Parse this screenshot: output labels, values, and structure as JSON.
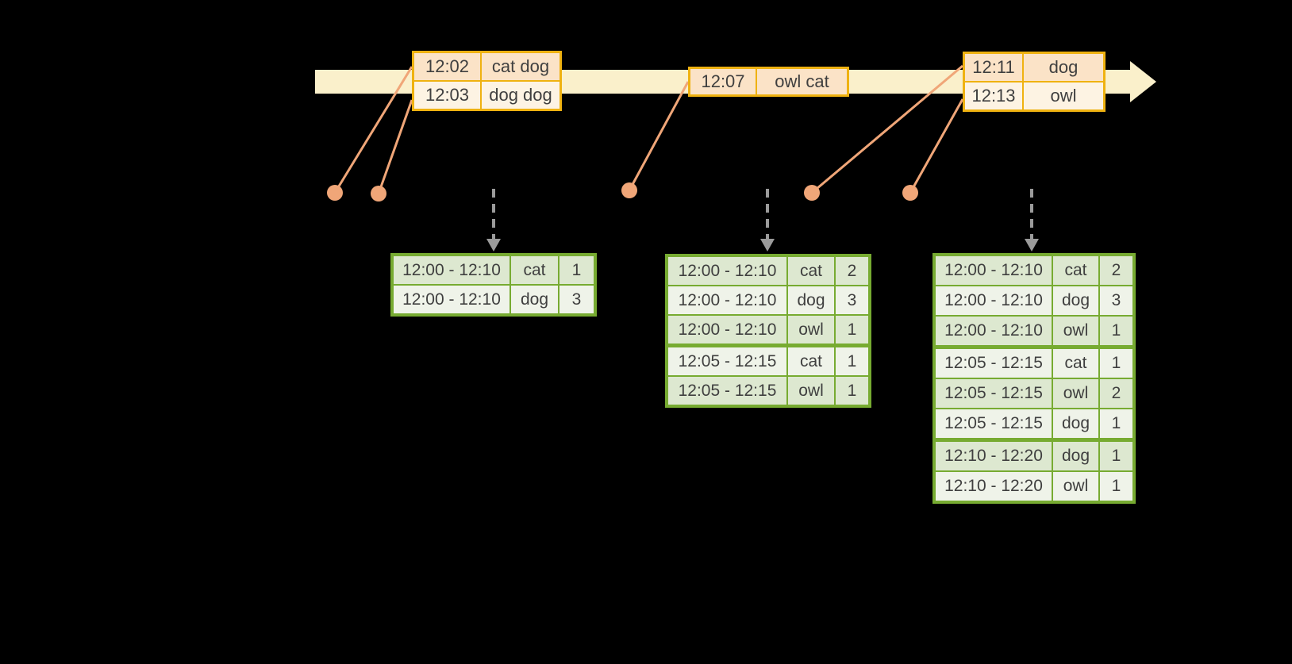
{
  "colors": {
    "background": "#000000",
    "timeline_band": "#faf0cb",
    "event_table_border": "#efb211",
    "event_row_peach": "#fbe3c7",
    "event_row_cream": "#fdf3e3",
    "connector": "#f0a678",
    "trigger_arrow": "#9b9b9b",
    "result_table_border": "#77ab31",
    "result_row_dark": "#dde8d0",
    "result_row_light": "#eff3e9",
    "text": "#3f3f3f"
  },
  "events": {
    "batches": [
      {
        "rows": [
          {
            "time": "12:02",
            "words": "cat dog"
          },
          {
            "time": "12:03",
            "words": "dog dog"
          }
        ]
      },
      {
        "rows": [
          {
            "time": "12:07",
            "words": "owl cat"
          }
        ]
      },
      {
        "rows": [
          {
            "time": "12:11",
            "words": "dog"
          },
          {
            "time": "12:13",
            "words": "owl"
          }
        ]
      }
    ]
  },
  "results": {
    "tables": [
      {
        "rows": [
          {
            "window": "12:00 - 12:10",
            "word": "cat",
            "count": "1"
          },
          {
            "window": "12:00 - 12:10",
            "word": "dog",
            "count": "3"
          }
        ]
      },
      {
        "rows": [
          {
            "window": "12:00 - 12:10",
            "word": "cat",
            "count": "2"
          },
          {
            "window": "12:00 - 12:10",
            "word": "dog",
            "count": "3"
          },
          {
            "window": "12:00 - 12:10",
            "word": "owl",
            "count": "1"
          },
          {
            "window": "12:05 - 12:15",
            "word": "cat",
            "count": "1"
          },
          {
            "window": "12:05 - 12:15",
            "word": "owl",
            "count": "1"
          }
        ]
      },
      {
        "rows": [
          {
            "window": "12:00 - 12:10",
            "word": "cat",
            "count": "2"
          },
          {
            "window": "12:00 - 12:10",
            "word": "dog",
            "count": "3"
          },
          {
            "window": "12:00 - 12:10",
            "word": "owl",
            "count": "1"
          },
          {
            "window": "12:05 - 12:15",
            "word": "cat",
            "count": "1"
          },
          {
            "window": "12:05 - 12:15",
            "word": "owl",
            "count": "2"
          },
          {
            "window": "12:05 - 12:15",
            "word": "dog",
            "count": "1"
          },
          {
            "window": "12:10 - 12:20",
            "word": "dog",
            "count": "1"
          },
          {
            "window": "12:10 - 12:20",
            "word": "owl",
            "count": "1"
          }
        ]
      }
    ]
  },
  "icons": {
    "timeline_arrow": "right-arrow-band",
    "event_dot": "event-marker-dot",
    "trigger_arrow": "dashed-down-arrow"
  }
}
